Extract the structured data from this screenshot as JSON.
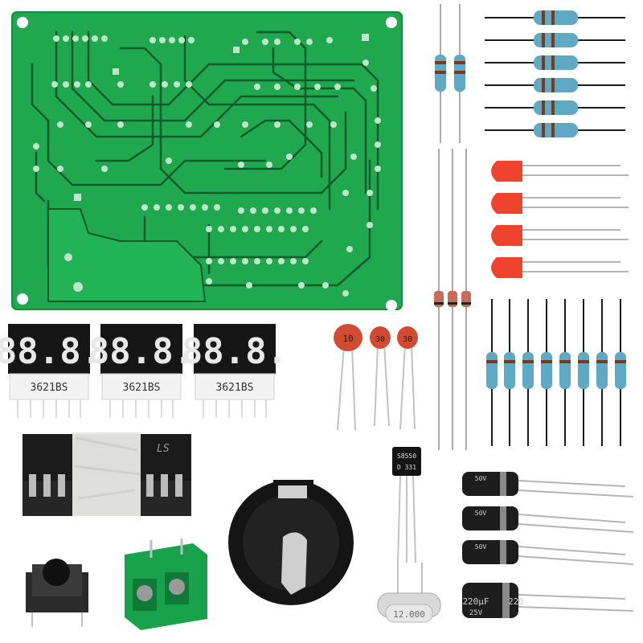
{
  "display_part_number": "3621BS",
  "display_digits": "88.8.",
  "transistor": {
    "line1": "S8550",
    "line2": "D 331"
  },
  "ceramic_caps": [
    "10",
    "30",
    "30"
  ],
  "crystal_label": "12.000",
  "ic_label": "LS",
  "electrolytic_small": {
    "voltage": "50V"
  },
  "electrolytic_large": {
    "capacitance": "220μF",
    "voltage": "25V",
    "label": "220"
  },
  "colors": {
    "pcb_green": "#1fa84e",
    "pcb_trace": "#0f5a2a",
    "led_red": "#f0432e",
    "resistor_body": "#5fa9c4",
    "terminal_green": "#17a24b"
  }
}
